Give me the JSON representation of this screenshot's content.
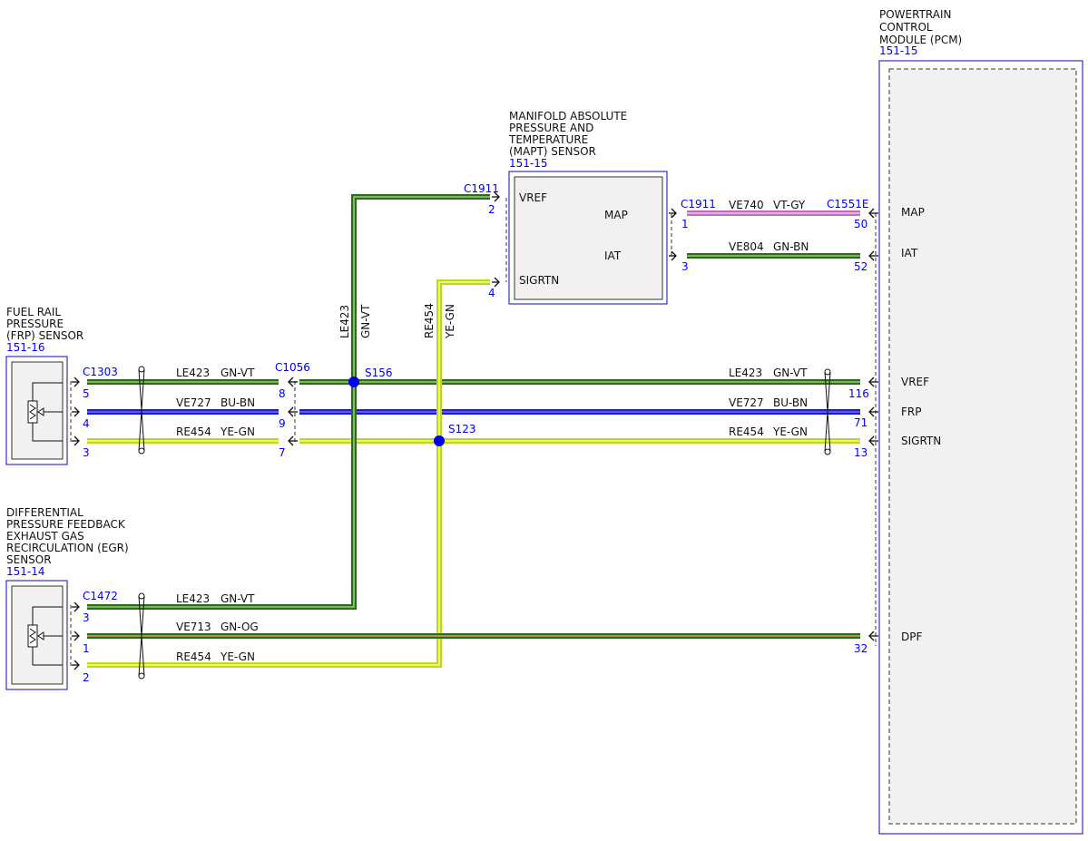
{
  "components": {
    "pcm": {
      "lines": [
        "POWERTRAIN",
        "CONTROL",
        "MODULE (PCM)"
      ],
      "ref": "151-15",
      "pins": [
        "MAP",
        "IAT",
        "VREF",
        "FRP",
        "SIGRTN",
        "DPF"
      ]
    },
    "mapt": {
      "lines": [
        "MANIFOLD ABSOLUTE",
        "PRESSURE AND",
        "TEMPERATURE",
        "(MAPT) SENSOR"
      ],
      "ref": "151-15",
      "pins": [
        "VREF",
        "SIGRTN",
        "MAP",
        "IAT"
      ]
    },
    "frp": {
      "lines": [
        "FUEL RAIL",
        "PRESSURE",
        "(FRP) SENSOR"
      ],
      "ref": "151-16"
    },
    "egr": {
      "lines": [
        "DIFFERENTIAL",
        "PRESSURE FEEDBACK",
        "EXHAUST GAS",
        "RECIRCULATION (EGR)",
        "SENSOR"
      ],
      "ref": "151-14"
    }
  },
  "connectors": {
    "c1911_left": "C1911",
    "c1911_right": "C1911",
    "c1551e": "C1551E",
    "c1303": "C1303",
    "c1056": "C1056",
    "c1472": "C1472"
  },
  "splices": {
    "s156": "S156",
    "s123": "S123"
  },
  "pins": {
    "mapt_vref": "2",
    "mapt_sigrtn": "4",
    "mapt_map": "1",
    "mapt_iat": "3",
    "pcm_map": "50",
    "pcm_iat": "52",
    "pcm_vref": "116",
    "pcm_frp": "71",
    "pcm_sigrtn": "13",
    "pcm_dpf": "32",
    "frp_vref": "5",
    "frp_frp": "4",
    "frp_sigrtn": "3",
    "c1056_vref": "8",
    "c1056_frp": "9",
    "c1056_sigrtn": "7",
    "egr_vref": "3",
    "egr_dpf": "1",
    "egr_sigrtn": "2"
  },
  "wires": {
    "map_circuit": "VE740",
    "map_color": "VT-GY",
    "iat_circuit": "VE804",
    "iat_color": "GN-BN",
    "vref_circuit": "LE423",
    "vref_color": "GN-VT",
    "frp_circuit": "VE727",
    "frp_color": "BU-BN",
    "sigrtn_circuit": "RE454",
    "sigrtn_color": "YE-GN",
    "dpf_circuit": "VE713",
    "dpf_color": "GN-OG"
  },
  "colors": {
    "green": "#2d6a1e",
    "green_core": "#8fd16e",
    "blue": "#1a1ad6",
    "blue_core": "#6f6fff",
    "yellow": "#bfd91a",
    "yellow_core": "#f6ff8a",
    "violet": "#c06cc0",
    "violet_core": "#f2c6f2",
    "olive": "#2a6a15",
    "olive_core": "#d6a36a",
    "ref": "#0000ee",
    "splice": "#0000ee"
  }
}
